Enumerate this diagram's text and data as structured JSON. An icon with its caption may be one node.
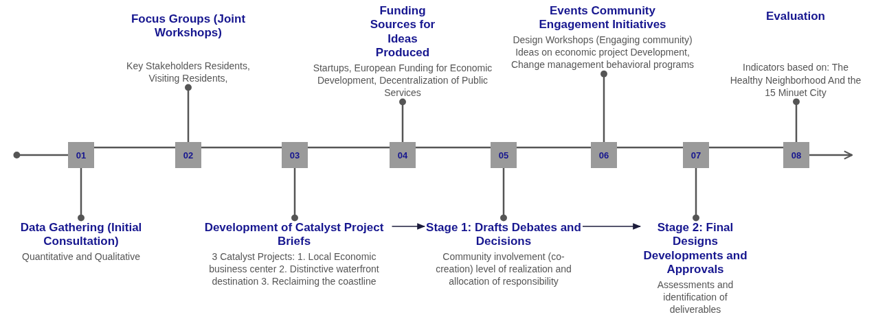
{
  "diagram": {
    "nodes": [
      {
        "text": [
          "01"
        ]
      },
      {
        "text": [
          "02"
        ]
      },
      {
        "text": [
          "03"
        ]
      },
      {
        "text": [
          "04"
        ]
      },
      {
        "text": [
          "05"
        ]
      },
      {
        "text": [
          "06"
        ]
      },
      {
        "text": [
          "07"
        ]
      },
      {
        "text": [
          "08"
        ]
      },
      {
        "text": [
          "Data Gathering (Initial Consultation)",
          "Quantitative and Qualitative"
        ]
      },
      {
        "text": [
          "Focus Groups (Joint Workshops)",
          "Key Stakeholders Residents, Visiting Residents,"
        ]
      },
      {
        "text": [
          "Development of Catalyst Project Briefs",
          "3 Catalyst Projects: 1. Local Economic business center 2. Distinctive waterfront destination 3. Reclaiming the coastline"
        ]
      },
      {
        "text": [
          "Funding Sources for Ideas Produced",
          "Startups, European Funding for Economic Development, Decentralization of Public Services"
        ]
      },
      {
        "text": [
          "Stage 1: Drafts Debates and Decisions",
          "Community involvement (co-creation) level of realization and allocation of responsibility"
        ]
      },
      {
        "text": [
          "Events Community Engagement Initiatives",
          "Design Workshops (Engaging community) Ideas on economic project Development, Change management behavioral programs"
        ]
      },
      {
        "text": [
          "Stage 2: Final Designs Developments and Approvals",
          "Assessments and identification of deliverables"
        ]
      },
      {
        "text": [
          "Evaluation",
          "Indicators based on: The Healthy Neighborhood And the 15 Minuet City"
        ]
      }
    ],
    "edges": [
      {
        "from": 0,
        "to": 8,
        "arrow": "other"
      },
      {
        "from": 1,
        "to": 9,
        "arrow": "other"
      },
      {
        "from": 2,
        "to": 10,
        "arrow": "other"
      },
      {
        "from": 3,
        "to": 11,
        "arrow": "other"
      },
      {
        "from": 4,
        "to": 12,
        "arrow": "other"
      },
      {
        "from": 5,
        "to": 13,
        "arrow": "other"
      },
      {
        "from": 6,
        "to": 14,
        "arrow": "other"
      },
      {
        "from": 7,
        "to": 15,
        "arrow": "other"
      },
      {
        "from": 0,
        "to": 1,
        "arrow": "none"
      },
      {
        "from": 1,
        "to": 2,
        "arrow": "none"
      },
      {
        "from": 2,
        "to": 3,
        "arrow": "none"
      },
      {
        "from": 3,
        "to": 4,
        "arrow": "none"
      },
      {
        "from": 4,
        "to": 5,
        "arrow": "none"
      },
      {
        "from": 5,
        "to": 6,
        "arrow": "none"
      },
      {
        "from": 6,
        "to": 7,
        "arrow": "none"
      },
      {
        "from": 0,
        "to": null,
        "arrow": "other"
      },
      {
        "from": 7,
        "to": null,
        "arrow": "to"
      },
      {
        "from": 10,
        "to": 12,
        "arrow": "to",
        "color": "#1c1c3c"
      },
      {
        "from": 12,
        "to": 14,
        "arrow": "to",
        "color": "#1c1c3c"
      }
    ]
  }
}
